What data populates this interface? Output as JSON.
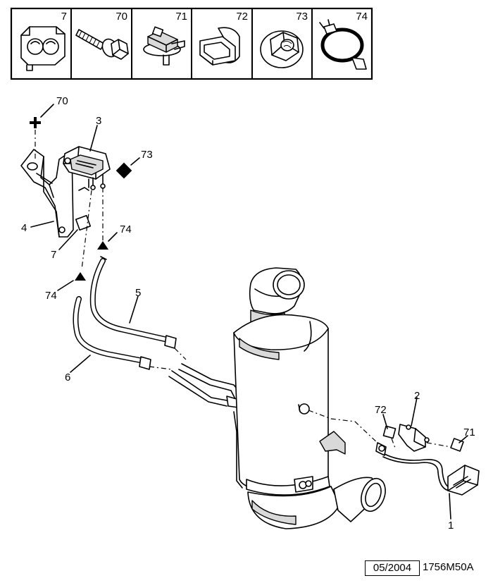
{
  "legend": [
    {
      "ref": "7",
      "icon": "hose-clip-block-icon"
    },
    {
      "ref": "70",
      "icon": "bolt-and-washer-icon"
    },
    {
      "ref": "71",
      "icon": "cable-clip-icon"
    },
    {
      "ref": "72",
      "icon": "sensor-seal-icon"
    },
    {
      "ref": "73",
      "icon": "flange-nut-icon"
    },
    {
      "ref": "74",
      "icon": "hose-clamp-icon"
    }
  ],
  "callouts": {
    "c70": "70",
    "c3": "3",
    "c73": "73",
    "c4": "4",
    "c74a": "74",
    "c7": "7",
    "c74b": "74",
    "c5": "5",
    "c6": "6",
    "c2": "2",
    "c72": "72",
    "c71": "71",
    "c1": "1"
  },
  "footer": {
    "date": "05/2004",
    "reference": "1756M50A"
  },
  "colors": {
    "line": "#000000",
    "background": "#ffffff",
    "shading": "#d9d9d9"
  }
}
